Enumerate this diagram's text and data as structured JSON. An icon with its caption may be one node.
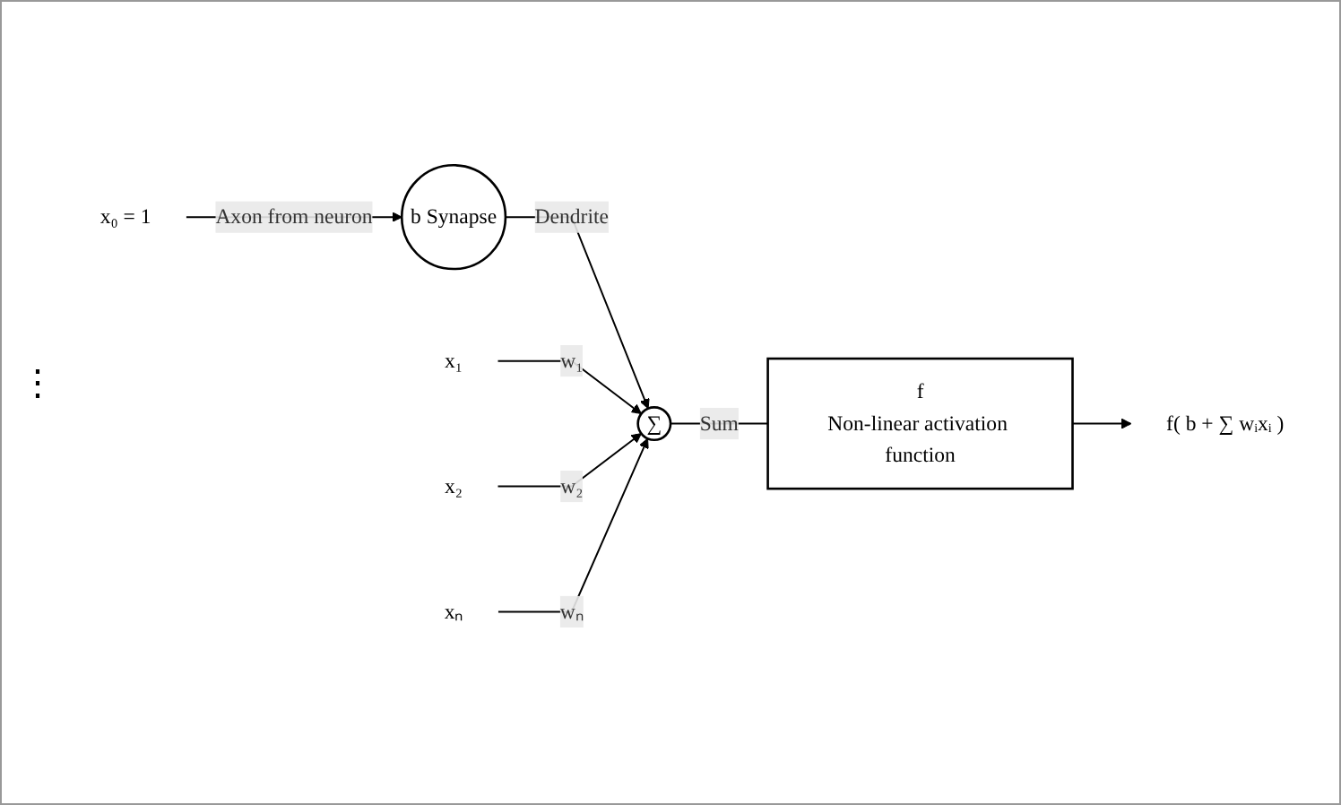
{
  "diagram": {
    "nodes": [
      {
        "text": [
          "x₀ = 1"
        ]
      },
      {
        "text": [
          "b Synapse"
        ]
      },
      {
        "text": [
          "x₁"
        ]
      },
      {
        "text": [
          "x₂"
        ]
      },
      {
        "text": [
          "xₙ"
        ]
      },
      {
        "text": [
          "∑"
        ]
      },
      {
        "text": [
          "f",
          "Non-linear activation function"
        ]
      },
      {
        "text": [
          "f( b + ∑ wᵢxᵢ )"
        ]
      }
    ],
    "edges": [
      {
        "from": 0,
        "to": 1,
        "arrow": "to",
        "label": "Axon from neuron"
      },
      {
        "from": 1,
        "to": 5,
        "arrow": "to",
        "label": "Dendrite"
      },
      {
        "from": 2,
        "to": 5,
        "arrow": "to",
        "label": "w₁"
      },
      {
        "from": 3,
        "to": 5,
        "arrow": "to",
        "label": "w₂"
      },
      {
        "from": 4,
        "to": 5,
        "arrow": "to",
        "label": "wₙ"
      },
      {
        "from": 5,
        "to": 6,
        "arrow": "none",
        "label": "Sum"
      },
      {
        "from": 6,
        "to": 7,
        "arrow": "to"
      }
    ],
    "labels": [
      "⋮"
    ]
  }
}
